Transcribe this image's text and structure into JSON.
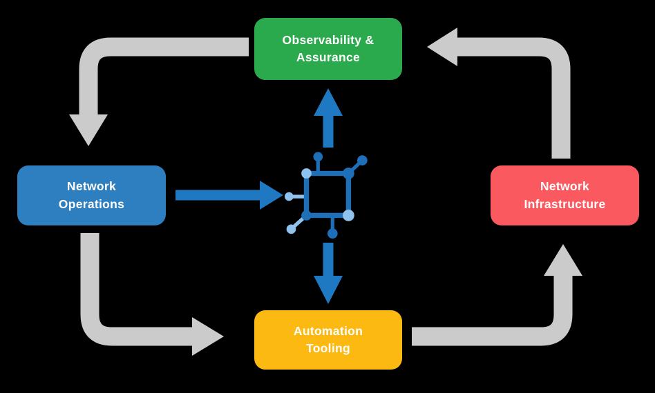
{
  "nodes": {
    "observability": {
      "lines": [
        "Observability &",
        "Assurance"
      ],
      "color": "#2aa94d"
    },
    "operations": {
      "lines": [
        "Network",
        "Operations"
      ],
      "color": "#2e7fc0"
    },
    "infrastructure": {
      "lines": [
        "Network",
        "Infrastructure"
      ],
      "color": "#fa5a5f"
    },
    "automation": {
      "lines": [
        "Automation",
        "Tooling"
      ],
      "color": "#fcb912"
    }
  },
  "icons": {
    "center": "network-automation-icon"
  },
  "colors": {
    "background": "#000000",
    "cycle_arrow": "#cbcbcb",
    "center_arrow": "#1e78c2",
    "icon_dark": "#1d6fb8",
    "icon_light": "#8fc3ed",
    "text": "#ffffff"
  }
}
